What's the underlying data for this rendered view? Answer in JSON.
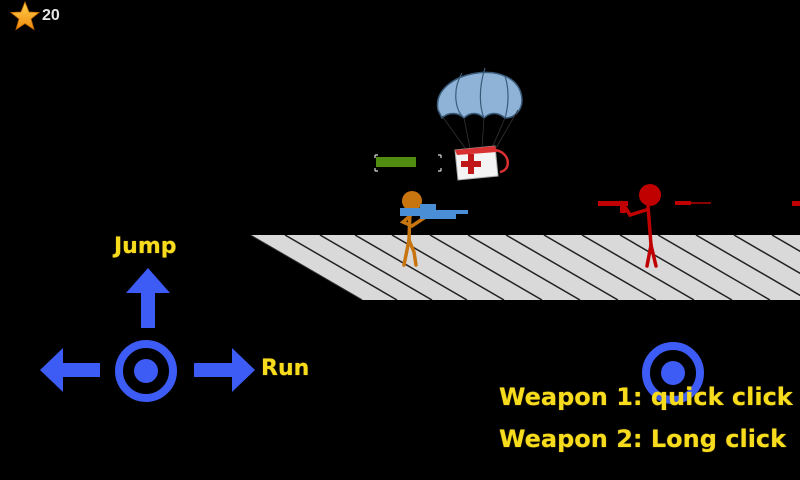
{
  "hud": {
    "score_icon": "star-icon",
    "score": "20"
  },
  "controls": {
    "jump_label": "Jump",
    "run_label": "Run",
    "move_joystick_icon": "target-icon",
    "up_arrow_icon": "arrow-up-icon",
    "left_arrow_icon": "arrow-left-icon",
    "right_arrow_icon": "arrow-right-icon",
    "fire_button_icon": "target-icon",
    "control_color": "#3d5cf5"
  },
  "instructions": {
    "weapon1": "Weapon 1: quick click",
    "weapon2": "Weapon 2: Long click",
    "text_color": "#f7dc1e"
  },
  "scene": {
    "player": {
      "color": "#c8740f",
      "weapon_color": "#4a8fd6",
      "health_bar_color": "#4f8c10"
    },
    "enemy": {
      "color": "#c00000"
    },
    "supply_drop": {
      "item": "medkit",
      "parachute_color": "#8fb3d6"
    },
    "platform_color": "#d8d8d8"
  }
}
